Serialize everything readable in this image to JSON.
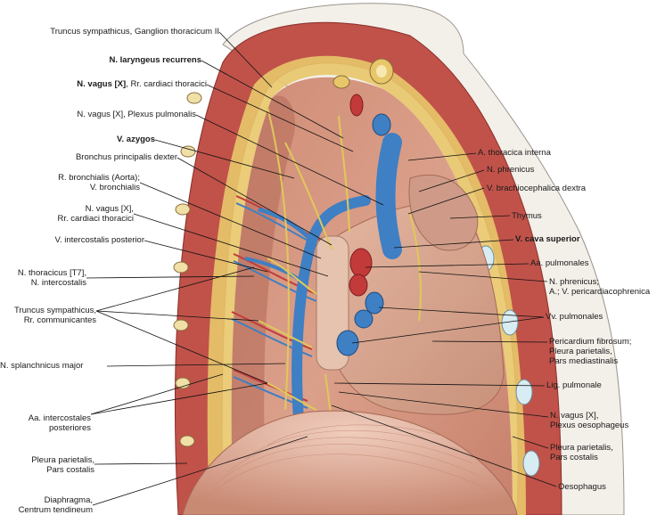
{
  "labels_left": [
    {
      "id": "truncus_ganglion",
      "text": "Truncus sympathicus, Ganglion thoracicum II"
    },
    {
      "id": "n_laryngeus",
      "bold": "N. laryngeus recurrens"
    },
    {
      "id": "n_vagus_cardiaci",
      "bold": "N. vagus [X]",
      "text": ", Rr. cardiaci thoracici"
    },
    {
      "id": "n_vagus_pulm",
      "text": "N. vagus [X], Plexus pulmonalis"
    },
    {
      "id": "v_azygos",
      "bold": "V. azygos"
    },
    {
      "id": "bronchus",
      "text": "Bronchus principalis dexter"
    },
    {
      "id": "r_bronchialis",
      "lines": [
        "R. bronchialis (Aorta);",
        "V. bronchialis"
      ]
    },
    {
      "id": "n_vagus_cardiaci2",
      "lines": [
        "N. vagus [X],",
        "Rr. cardiaci thoracici"
      ]
    },
    {
      "id": "v_intercostalis",
      "text": "V. intercostalis posterior"
    },
    {
      "id": "n_thoracicus",
      "lines": [
        "N. thoracicus [T7],",
        "N. intercostalis"
      ]
    },
    {
      "id": "truncus_comm",
      "lines": [
        "Truncus sympathicus,",
        "Rr. communicantes"
      ]
    },
    {
      "id": "n_splanchnicus",
      "text": "N. splanchnicus major"
    },
    {
      "id": "aa_intercostales",
      "lines": [
        "Aa. intercostales",
        "posteriores"
      ]
    },
    {
      "id": "pleura_costalis_l",
      "lines": [
        "Pleura parietalis,",
        "Pars costalis"
      ]
    },
    {
      "id": "diaphragma",
      "lines": [
        "Diaphragma,",
        "Centrum tendineum"
      ]
    }
  ],
  "labels_right": [
    {
      "id": "a_thoracica",
      "text": "A. thoracica interna"
    },
    {
      "id": "n_phrenicus",
      "text": "N. phrenicus"
    },
    {
      "id": "v_brachio",
      "text": "V. brachiocephalica dextra"
    },
    {
      "id": "thymus",
      "text": "Thymus"
    },
    {
      "id": "v_cava",
      "bold": "V. cava superior"
    },
    {
      "id": "aa_pulm",
      "text": "Aa. pulmonales"
    },
    {
      "id": "n_phrenicus2",
      "lines": [
        "N. phrenicus;",
        "A.; V. pericardiacophrenica"
      ]
    },
    {
      "id": "vv_pulm",
      "text": "Vv. pulmonales"
    },
    {
      "id": "pericardium",
      "lines": [
        "Pericardium fibrosum;",
        "Pleura parietalis,",
        "Pars mediastinalis"
      ]
    },
    {
      "id": "lig_pulm",
      "text": "Lig. pulmonale"
    },
    {
      "id": "n_vagus_oes",
      "lines": [
        "N. vagus [X],",
        "Plexus oesophageus"
      ]
    },
    {
      "id": "pleura_costalis_r",
      "lines": [
        "Pleura parietalis,",
        "Pars costalis"
      ]
    },
    {
      "id": "oesophagus",
      "text": "Oesophagus"
    }
  ],
  "colors": {
    "muscle": "#c0524a",
    "fat": "#e8c76a",
    "vein": "#3f7fc4",
    "artery": "#c23a3a",
    "nerve": "#e4cf6a",
    "pleura": "#d7a38f",
    "pericardium": "#d8a48e",
    "diaphragm": "#e3b6a4"
  }
}
